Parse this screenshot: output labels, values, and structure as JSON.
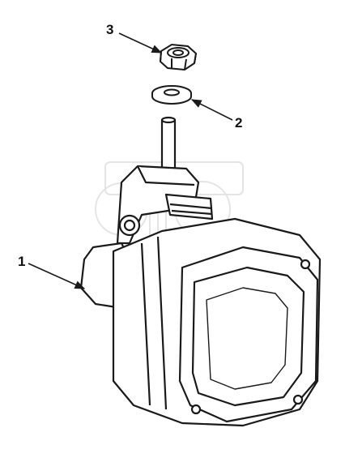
{
  "callouts": {
    "part_1": "1",
    "part_2": "2",
    "part_3": "3"
  },
  "colors": {
    "line": "#1a1a1a",
    "fill": "#ffffff",
    "watermark": "#c9c9c9"
  },
  "watermark_icon": "spare-parts-logo-watermark"
}
